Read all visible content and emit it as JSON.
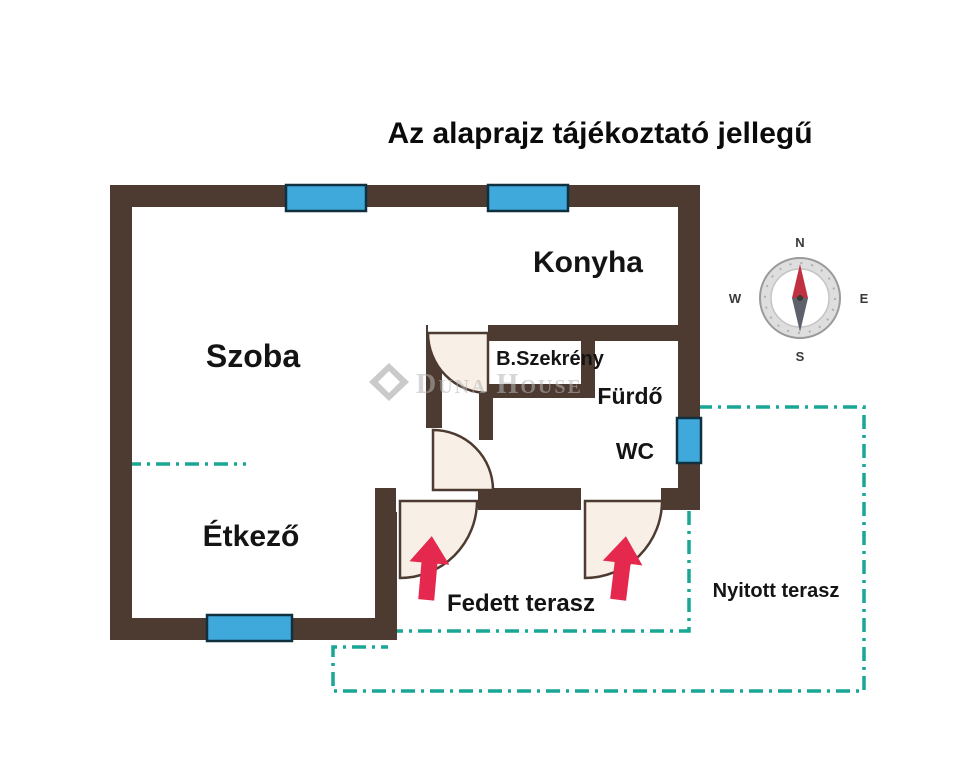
{
  "title": "Az alaprajz tájékoztató jellegű",
  "watermark": {
    "brand": "Duna House"
  },
  "rooms": {
    "szoba": "Szoba",
    "konyha": "Konyha",
    "bszekreny": "B.Szekrény",
    "furdo": "Fürdő",
    "wc": "WC",
    "etkezo": "Étkező",
    "fedett_terasz": "Fedett terasz",
    "nyitott_terasz": "Nyitott terasz"
  },
  "compass": {
    "n": "N",
    "s": "S",
    "e": "E",
    "w": "W"
  },
  "colors": {
    "wall": "#4d3b31",
    "window": "#3fa9dc",
    "terrace_dash": "#19a695",
    "entry_arrow": "#e4284e",
    "door_fill": "#f8f0e6",
    "label": "#141414",
    "watermark": "#b5b5b5",
    "compass_north": "#c03040",
    "compass_south": "#5c616a"
  }
}
